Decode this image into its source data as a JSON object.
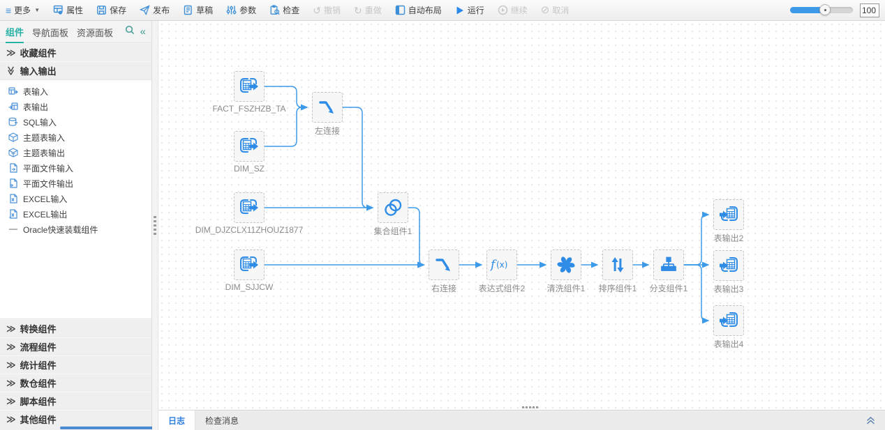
{
  "toolbar": {
    "items": [
      {
        "label": "更多",
        "icon": "menu-icon",
        "enabled": true,
        "has_caret": true
      },
      {
        "label": "属性",
        "icon": "properties-icon",
        "enabled": true
      },
      {
        "label": "保存",
        "icon": "save-icon",
        "enabled": true
      },
      {
        "label": "发布",
        "icon": "publish-icon",
        "enabled": true
      },
      {
        "label": "草稿",
        "icon": "draft-icon",
        "enabled": true
      },
      {
        "label": "参数",
        "icon": "params-icon",
        "enabled": true
      },
      {
        "label": "检查",
        "icon": "inspect-icon",
        "enabled": true
      },
      {
        "label": "撤销",
        "icon": "undo-icon",
        "enabled": false
      },
      {
        "label": "重做",
        "icon": "redo-icon",
        "enabled": false
      },
      {
        "label": "自动布局",
        "icon": "auto-layout-icon",
        "enabled": true
      },
      {
        "label": "运行",
        "icon": "run-icon",
        "enabled": true
      },
      {
        "label": "继续",
        "icon": "continue-icon",
        "enabled": false
      },
      {
        "label": "取消",
        "icon": "cancel-icon",
        "enabled": false
      }
    ],
    "zoom": {
      "value": "100"
    }
  },
  "sidebar": {
    "tabs": [
      {
        "label": "组件",
        "active": true
      },
      {
        "label": "导航面板",
        "active": false
      },
      {
        "label": "资源面板",
        "active": false
      }
    ],
    "sections": [
      {
        "label": "收藏组件",
        "expanded": false
      },
      {
        "label": "输入输出",
        "expanded": true,
        "items": [
          {
            "label": "表输入",
            "icon": "table-input-icon"
          },
          {
            "label": "表输出",
            "icon": "table-output-icon"
          },
          {
            "label": "SQL输入",
            "icon": "sql-input-icon"
          },
          {
            "label": "主题表输入",
            "icon": "subject-table-input-icon"
          },
          {
            "label": "主题表输出",
            "icon": "subject-table-output-icon"
          },
          {
            "label": "平面文件输入",
            "icon": "flat-file-input-icon"
          },
          {
            "label": "平面文件输出",
            "icon": "flat-file-output-icon"
          },
          {
            "label": "EXCEL输入",
            "icon": "excel-input-icon"
          },
          {
            "label": "EXCEL输出",
            "icon": "excel-output-icon"
          },
          {
            "label": "Oracle快速装载组件",
            "icon": "oracle-loader-icon"
          }
        ]
      },
      {
        "label": "转换组件",
        "expanded": false
      },
      {
        "label": "流程组件",
        "expanded": false
      },
      {
        "label": "统计组件",
        "expanded": false
      },
      {
        "label": "数仓组件",
        "expanded": false
      },
      {
        "label": "脚本组件",
        "expanded": false
      },
      {
        "label": "其他组件",
        "expanded": false
      }
    ]
  },
  "canvas": {
    "nodes": [
      {
        "label": "FACT_FSZHZB_TA",
        "type": "table-input"
      },
      {
        "label": "DIM_SZ",
        "type": "table-input"
      },
      {
        "label": "左连接",
        "type": "left-join"
      },
      {
        "label": "DIM_DJZCLX11ZHOUZ1877",
        "type": "table-input"
      },
      {
        "label": "集合组件1",
        "type": "set"
      },
      {
        "label": "DIM_SJJCW",
        "type": "table-input"
      },
      {
        "label": "右连接",
        "type": "right-join"
      },
      {
        "label": "表达式组件2",
        "type": "expression"
      },
      {
        "label": "清洗组件1",
        "type": "clean"
      },
      {
        "label": "排序组件1",
        "type": "sort"
      },
      {
        "label": "分支组件1",
        "type": "branch"
      },
      {
        "label": "表输出2",
        "type": "table-output"
      },
      {
        "label": "表输出3",
        "type": "table-output"
      },
      {
        "label": "表输出4",
        "type": "table-output"
      }
    ],
    "edges": [
      [
        "FACT_FSZHZB_TA",
        "左连接"
      ],
      [
        "DIM_SZ",
        "左连接"
      ],
      [
        "左连接",
        "集合组件1"
      ],
      [
        "DIM_DJZCLX11ZHOUZ1877",
        "集合组件1"
      ],
      [
        "集合组件1",
        "右连接"
      ],
      [
        "DIM_SJJCW",
        "右连接"
      ],
      [
        "右连接",
        "表达式组件2"
      ],
      [
        "表达式组件2",
        "清洗组件1"
      ],
      [
        "清洗组件1",
        "排序组件1"
      ],
      [
        "排序组件1",
        "分支组件1"
      ],
      [
        "分支组件1",
        "表输出2"
      ],
      [
        "分支组件1",
        "表输出3"
      ],
      [
        "分支组件1",
        "表输出4"
      ]
    ]
  },
  "bottom_panel": {
    "tabs": [
      {
        "label": "日志",
        "active": true
      },
      {
        "label": "检查消息",
        "active": false
      }
    ]
  },
  "colors": {
    "accent": "#3d9ae8",
    "teal": "#27b1a5",
    "node_icon": "#2e8be6"
  }
}
